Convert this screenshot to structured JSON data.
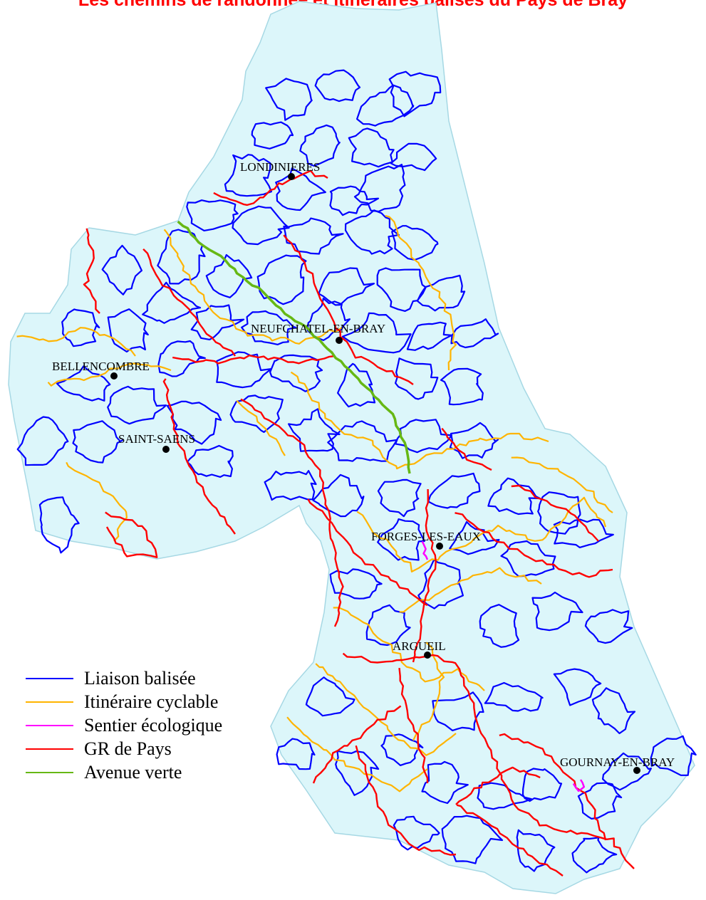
{
  "title": "Les chemins de randonnée et itinéraires balisés du Pays de Bray",
  "towns": [
    {
      "name": "LONDINIERES"
    },
    {
      "name": "NEUFCHATEL-EN-BRAY"
    },
    {
      "name": "BELLENCOMBRE"
    },
    {
      "name": "SAINT-SAENS"
    },
    {
      "name": "FORGES-LES-EAUX"
    },
    {
      "name": "ARGUEIL"
    },
    {
      "name": "GOURNAY-EN-BRAY"
    }
  ],
  "legend": [
    {
      "label": "Liaison balisée",
      "color": "#0000ff"
    },
    {
      "label": "Itinéraire cyclable",
      "color": "#ffb400"
    },
    {
      "label": "Sentier écologique",
      "color": "#ff00ff"
    },
    {
      "label": "GR de Pays",
      "color": "#ff0000"
    },
    {
      "label": "Avenue verte",
      "color": "#66b814"
    }
  ],
  "colors": {
    "territory_fill": "#dcf6fa",
    "territory_border": "#a6d8e4"
  }
}
